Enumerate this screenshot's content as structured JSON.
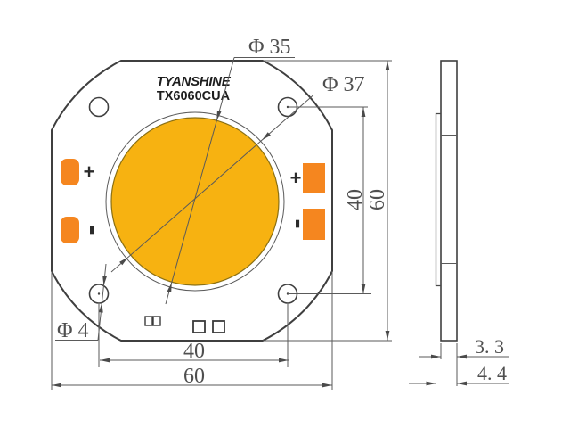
{
  "brand": {
    "name": "TYANSHINE",
    "model": "TX6060CUA"
  },
  "front": {
    "phi35": "Φ 35",
    "phi37": "Φ 37",
    "phi4": "Φ 4",
    "hole_pitch_h": "40",
    "board_width": "60",
    "hole_pitch_v": "40",
    "board_height": "60",
    "left_plus": "+",
    "left_minus": "-",
    "right_plus": "+",
    "right_minus": "-"
  },
  "side": {
    "thickness": "3. 3",
    "total_height": "4. 4"
  },
  "colors": {
    "led_area": "#F7B211",
    "led_edge": "#8A7015",
    "pad": "#F5861F",
    "line": "#4a4a4a"
  }
}
